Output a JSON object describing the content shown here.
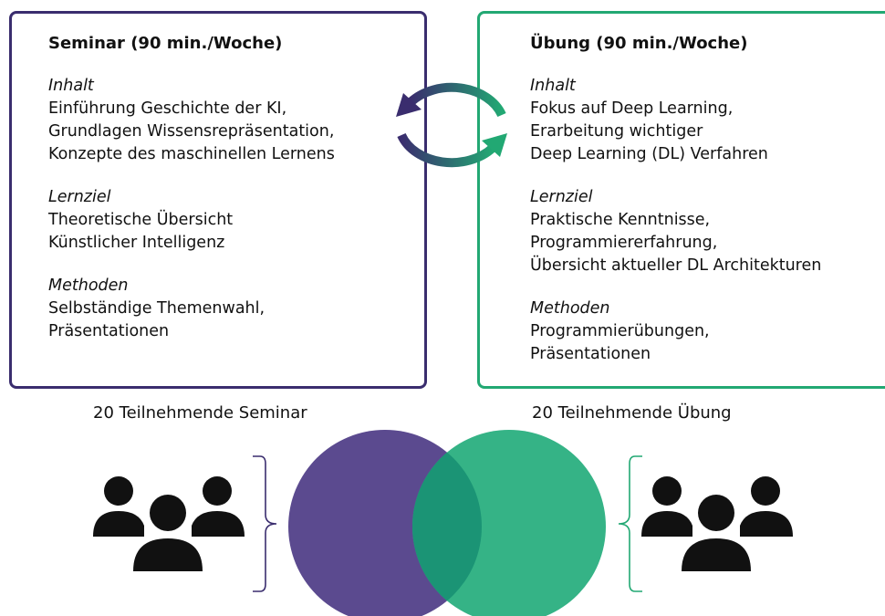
{
  "colors": {
    "seminar": "#3a2d6e",
    "uebung": "#22a873",
    "venn_purple": "#5b4a8f",
    "venn_green": "#35b386",
    "venn_overlap": "#1b9475",
    "icon": "#111111"
  },
  "seminar": {
    "title": "Seminar (90 min./Woche)",
    "sections": [
      {
        "heading": "Inhalt",
        "lines": [
          "Einführung Geschichte der KI,",
          "Grundlagen Wissensrepräsentation,",
          "Konzepte des maschinellen Lernens"
        ]
      },
      {
        "heading": "Lernziel",
        "lines": [
          "Theoretische Übersicht",
          "Künstlicher Intelligenz"
        ]
      },
      {
        "heading": "Methoden",
        "lines": [
          "Selbständige Themenwahl,",
          "Präsentationen"
        ]
      }
    ]
  },
  "uebung": {
    "title": "Übung (90 min./Woche)",
    "sections": [
      {
        "heading": "Inhalt",
        "lines": [
          "Fokus auf Deep Learning,",
          "Erarbeitung wichtiger",
          "Deep Learning (DL) Verfahren"
        ]
      },
      {
        "heading": "Lernziel",
        "lines": [
          "Praktische Kenntnisse,",
          "Programmiererfahrung,",
          "Übersicht aktueller DL Architekturen"
        ]
      },
      {
        "heading": "Methoden",
        "lines": [
          "Programmierübungen,",
          "Präsentationen"
        ]
      }
    ]
  },
  "participants": {
    "seminar_label": "20 Teilnehmende Seminar",
    "uebung_label": "20 Teilnehmende Übung"
  },
  "icons": {
    "cycle": "cycle-arrows-icon",
    "group": "people-group-icon"
  }
}
